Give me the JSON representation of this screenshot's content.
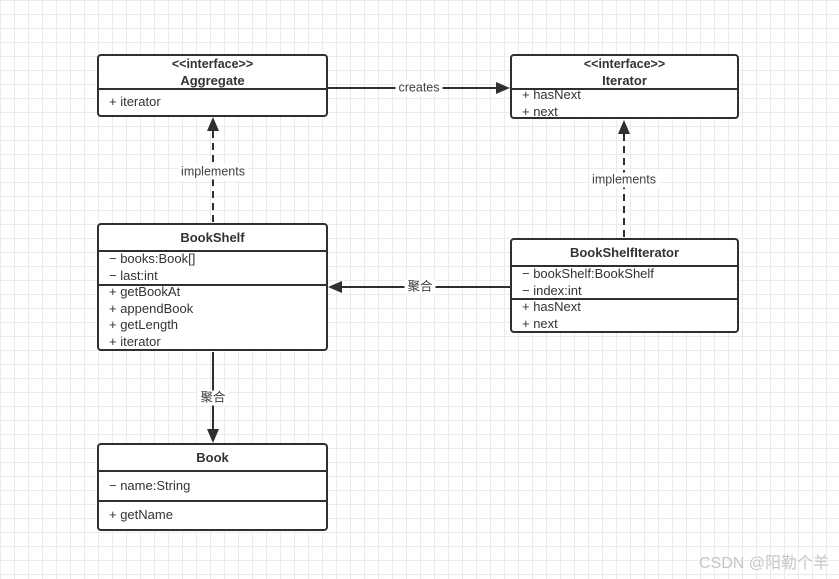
{
  "diagram": {
    "classes": [
      {
        "id": "aggregate",
        "stereotype": "<<interface>>",
        "name": "Aggregate",
        "methods": [
          "+ iterator"
        ]
      },
      {
        "id": "iterator",
        "stereotype": "<<interface>>",
        "name": "Iterator",
        "methods": [
          "+ hasNext",
          "+ next"
        ]
      },
      {
        "id": "bookshelf",
        "name": "BookShelf",
        "attributes": [
          "− books:Book[]",
          "− last:int"
        ],
        "methods": [
          "+ getBookAt",
          "+ appendBook",
          "+ getLength",
          "+ iterator"
        ]
      },
      {
        "id": "bookshelfiterator",
        "name": "BookShelfIterator",
        "attributes": [
          "− bookShelf:BookShelf",
          "− index:int"
        ],
        "methods": [
          "+ hasNext",
          "+ next"
        ]
      },
      {
        "id": "book",
        "name": "Book",
        "attributes": [
          "− name:String"
        ],
        "methods": [
          "+ getName"
        ]
      }
    ],
    "connectors": [
      {
        "label": "creates"
      },
      {
        "label": "implements"
      },
      {
        "label": "implements"
      },
      {
        "label": "聚合"
      },
      {
        "label": "聚合"
      }
    ],
    "colors": {
      "stroke": "#2f2f2f",
      "grid": "#ebebeb",
      "label_text": "#3f3f3f"
    }
  },
  "watermark": "CSDN @阳勒个羊"
}
